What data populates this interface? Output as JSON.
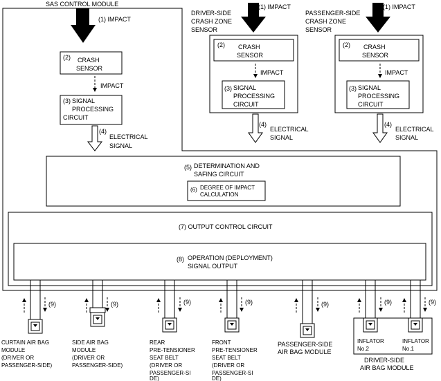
{
  "sas_module": {
    "title": "SAS CONTROL MODULE"
  },
  "impact_label": "(1)  IMPACT",
  "impact_label_dashed": "IMPACT",
  "driver_sensor_title": [
    "DRIVER-SIDE",
    "CRASH ZONE",
    "SENSOR"
  ],
  "passenger_sensor_title": [
    "PASSENGER-SIDE",
    "CRASH ZONE",
    "SENSOR"
  ],
  "crash_sensor": {
    "num": "(2)",
    "lines": [
      "CRASH",
      "SENSOR"
    ]
  },
  "signal_proc": {
    "num": "(3)",
    "lines": [
      "SIGNAL",
      "PROCESSING",
      "CIRCUIT"
    ]
  },
  "electrical": {
    "num": "(4)",
    "lines": [
      "ELECTRICAL",
      "SIGNAL"
    ]
  },
  "determination": {
    "num": "(5)",
    "lines": [
      "DETERMINATION AND",
      "SAFING CIRCUIT"
    ]
  },
  "degree": {
    "num": "(6)",
    "lines": [
      "DEGREE OF IMPACT",
      "CALCULATION"
    ]
  },
  "output_control": "(7)  OUTPUT CONTROL CIRCUIT",
  "operation": {
    "num": "(8)",
    "lines": [
      "OPERATION (DEPLOYMENT)",
      "SIGNAL OUTPUT"
    ]
  },
  "nine": "(9)",
  "modules": [
    {
      "lines": [
        "CURTAIN AIR BAG",
        "MODULE",
        "(DRIVER OR",
        "PASSENGER-SIDE)"
      ]
    },
    {
      "lines": [
        "SIDE AIR BAG",
        "MODULE",
        "(DRIVER OR",
        "PASSENGER-SIDE)"
      ]
    },
    {
      "lines": [
        "REAR",
        "PRE-TENSIONER",
        "SEAT BELT",
        "(DRIVER OR",
        "PASSENGER-SI",
        "DE)"
      ]
    },
    {
      "lines": [
        "FRONT",
        "PRE-TENSIONER",
        "SEAT BELT",
        "(DRIVER OR",
        "PASSENGER-SI",
        "DE)"
      ]
    },
    {
      "lines": [
        "PASSENGER-SIDE",
        "AIR BAG MODULE"
      ]
    }
  ],
  "inflator2": [
    "INFLATOR",
    "No.2"
  ],
  "inflator1": [
    "INFLATOR",
    "No.1"
  ],
  "driver_airbag": [
    "DRIVER-SIDE",
    "AIR BAG MODULE"
  ]
}
